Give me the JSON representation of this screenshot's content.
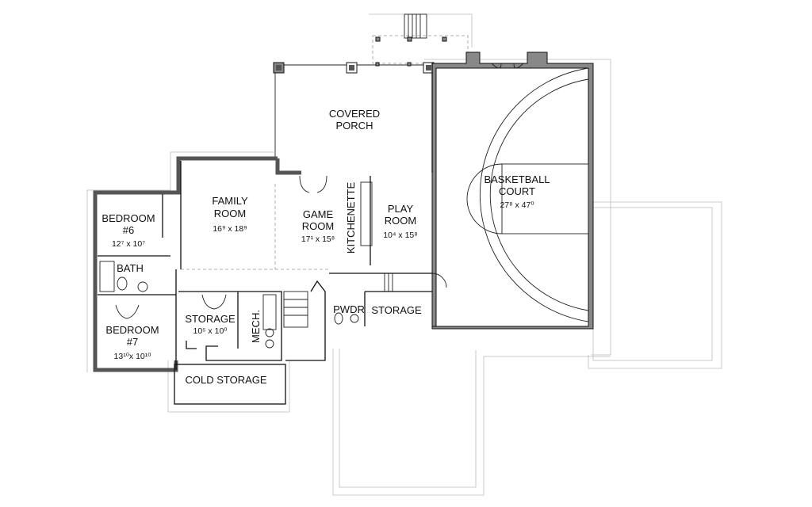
{
  "plan": {
    "rooms": {
      "covered_porch": {
        "line1": "COVERED",
        "line2": "PORCH"
      },
      "basketball_court": {
        "line1": "BASKETBALL",
        "line2": "COURT",
        "dims": "27⁸ x 47⁰"
      },
      "family_room": {
        "line1": "FAMILY",
        "line2": "ROOM",
        "dims": "16⁹ x 18⁹"
      },
      "game_room": {
        "line1": "GAME",
        "line2": "ROOM",
        "dims": "17¹ x 15⁸"
      },
      "kitchenette": {
        "line1": "KITCHENETTE"
      },
      "play_room": {
        "line1": "PLAY",
        "line2": "ROOM",
        "dims": "10⁴ x 15⁸"
      },
      "bedroom_6": {
        "line1": "BEDROOM",
        "line2": "#6",
        "dims": "12⁷ x 10⁷"
      },
      "bath": {
        "line1": "BATH"
      },
      "bedroom_7": {
        "line1": "BEDROOM",
        "line2": "#7",
        "dims": "13¹⁰x 10¹⁰"
      },
      "storage_1": {
        "line1": "STORAGE",
        "dims": "10⁵ x 10⁰"
      },
      "mech": {
        "line1": "MECH."
      },
      "pwdr": {
        "line1": "PWDR"
      },
      "storage_2": {
        "line1": "STORAGE"
      },
      "cold_storage": {
        "line1": "COLD STORAGE"
      }
    }
  }
}
